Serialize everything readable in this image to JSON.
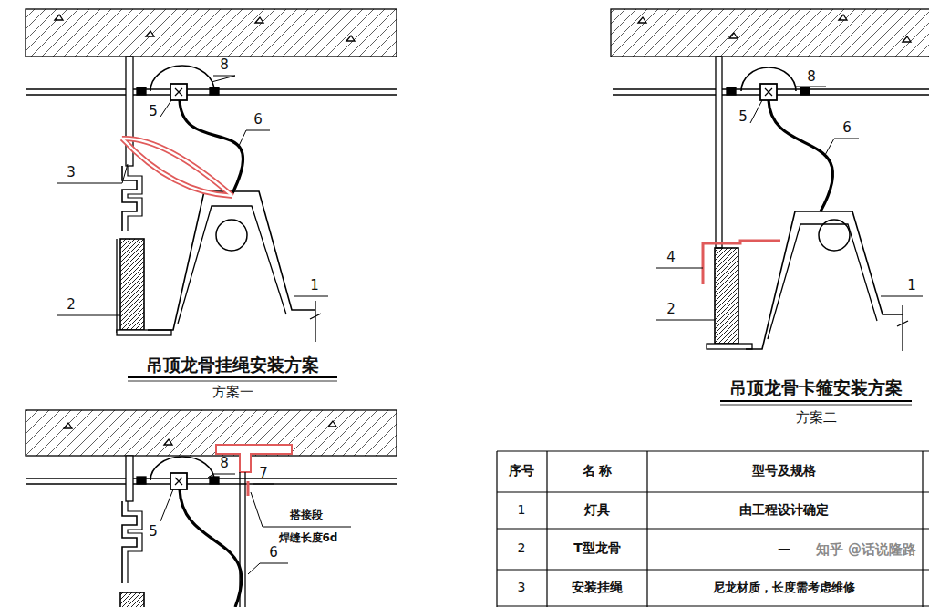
{
  "diagram": {
    "labels": [
      "8",
      "5",
      "6",
      "3",
      "2",
      "1",
      "吊顶龙骨挂绳安装方案",
      "方案一",
      "8",
      "5",
      "6",
      "4",
      "2",
      "1",
      "吊顶龙骨卡箍安装方案",
      "方案二",
      "8",
      "5",
      "7",
      "搭接段",
      "焊缝长度6d",
      "6",
      "序号",
      "名 称",
      "型号及规格",
      "1",
      "灯具",
      "由工程设计确定",
      "2",
      "T型龙骨",
      "—",
      "3",
      "安装挂绳",
      "尼龙材质，长度需考虑维修",
      "知乎 @话说隆路"
    ]
  }
}
